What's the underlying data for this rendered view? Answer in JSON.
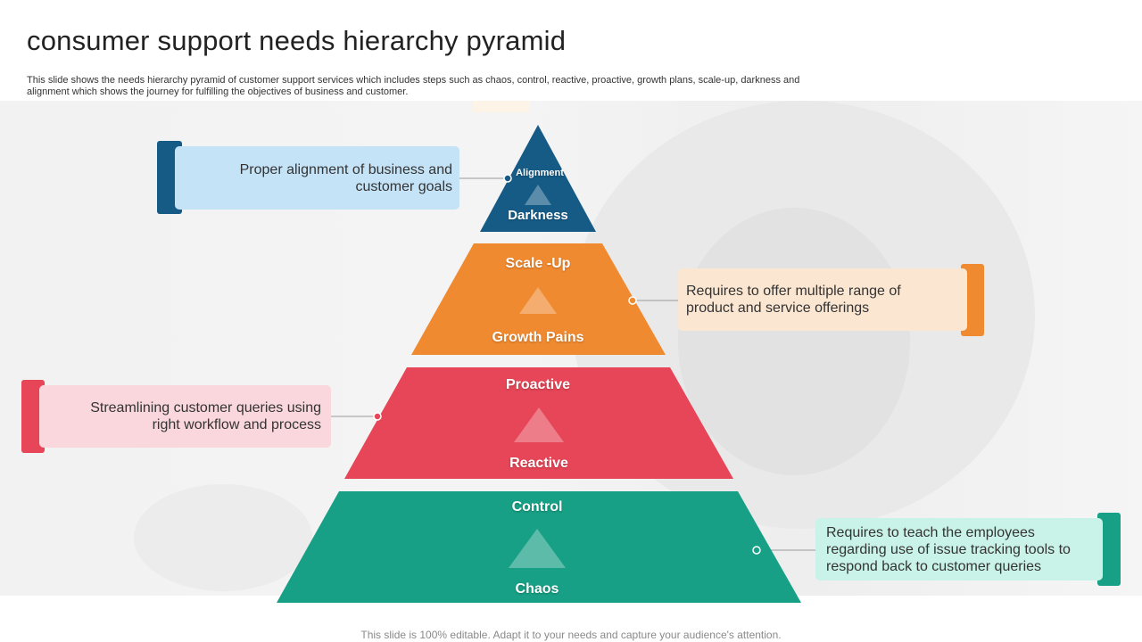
{
  "header": {
    "title": "consumer support needs hierarchy pyramid",
    "subtitle": "This slide shows the needs hierarchy pyramid of customer support services which includes steps such as chaos, control, reactive, proactive, growth plans, scale-up, darkness and alignment which shows the journey for fulfilling the objectives of business and customer."
  },
  "pyramid": {
    "levels": [
      {
        "top_label": "Alignment",
        "bottom_label": "Darkness",
        "color": "#155b86"
      },
      {
        "top_label": "Scale -Up",
        "bottom_label": "Growth Pains",
        "color": "#f08a30"
      },
      {
        "top_label": "Proactive",
        "bottom_label": "Reactive",
        "color": "#e64657"
      },
      {
        "top_label": "Control",
        "bottom_label": "Chaos",
        "color": "#17a085"
      }
    ]
  },
  "callouts": [
    {
      "text": "Proper alignment  of business and customer goals",
      "color": "#155b86",
      "fill": "#c5e3f7"
    },
    {
      "text": "Requires to offer multiple range of product and service offerings",
      "color": "#f08a30",
      "fill": "#fbe6d2"
    },
    {
      "text": "Streamlining customer queries using right workflow and process",
      "color": "#e64657",
      "fill": "#f9d7dc"
    },
    {
      "text": "Requires to teach the employees regarding use of issue tracking tools to respond back to customer queries",
      "color": "#17a085",
      "fill": "#c9f3e8"
    }
  ],
  "footer": {
    "text": "This slide is 100% editable. Adapt it to your needs and capture your audience's attention."
  }
}
